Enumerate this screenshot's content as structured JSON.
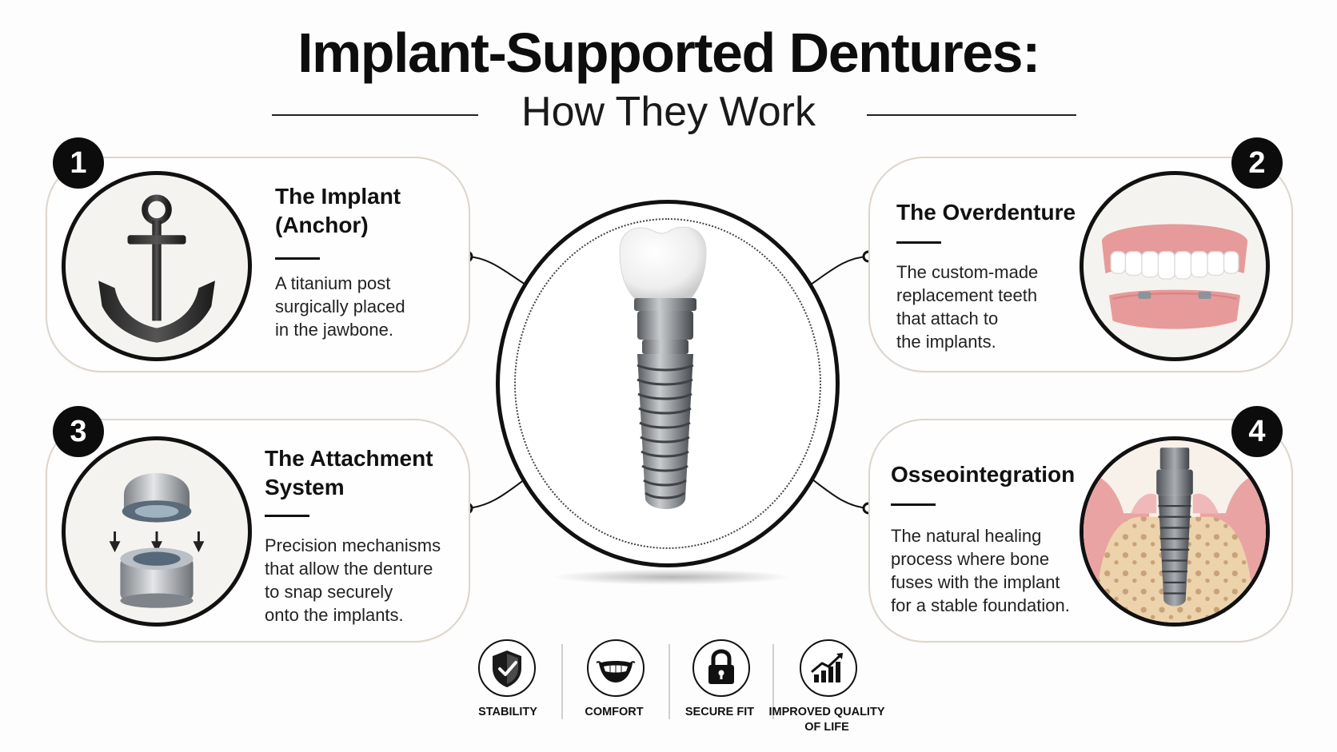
{
  "header": {
    "title": "Implant-Supported Dentures:",
    "subtitle": "How They Work"
  },
  "components": [
    {
      "number": "1",
      "heading_line1": "The Implant",
      "heading_line2": "(Anchor)",
      "description": [
        "A titanium post",
        "surgically placed",
        "in the jawbone."
      ],
      "icon": "anchor-icon"
    },
    {
      "number": "2",
      "heading_line1": "The Overdenture",
      "heading_line2": "",
      "description": [
        "The custom-made",
        "replacement teeth",
        "that attach to",
        "the implants."
      ],
      "icon": "overdenture-icon"
    },
    {
      "number": "3",
      "heading_line1": "The Attachment",
      "heading_line2": "System",
      "description": [
        "Precision mechanisms",
        "that allow the denture",
        "to snap securely",
        "onto the implants."
      ],
      "icon": "attachment-icon"
    },
    {
      "number": "4",
      "heading_line1": "Osseointegration",
      "heading_line2": "",
      "description": [
        "The natural healing",
        "process where bone",
        "fuses with the implant",
        "for a stable foundation."
      ],
      "icon": "bone-implant-icon"
    }
  ],
  "benefits": [
    {
      "label": "STABILITY",
      "label2": "",
      "icon": "shield-check-icon"
    },
    {
      "label": "COMFORT",
      "label2": "",
      "icon": "smile-icon"
    },
    {
      "label": "SECURE FIT",
      "label2": "",
      "icon": "padlock-icon"
    },
    {
      "label": "IMPROVED QUALITY",
      "label2": "OF LIFE",
      "icon": "growth-chart-icon"
    }
  ],
  "colors": {
    "accent": "#111111",
    "card_border": "#ddd5cc",
    "gum": "#e9a3a3",
    "bone": "#e8cfa6",
    "metal": "#8e9399"
  }
}
